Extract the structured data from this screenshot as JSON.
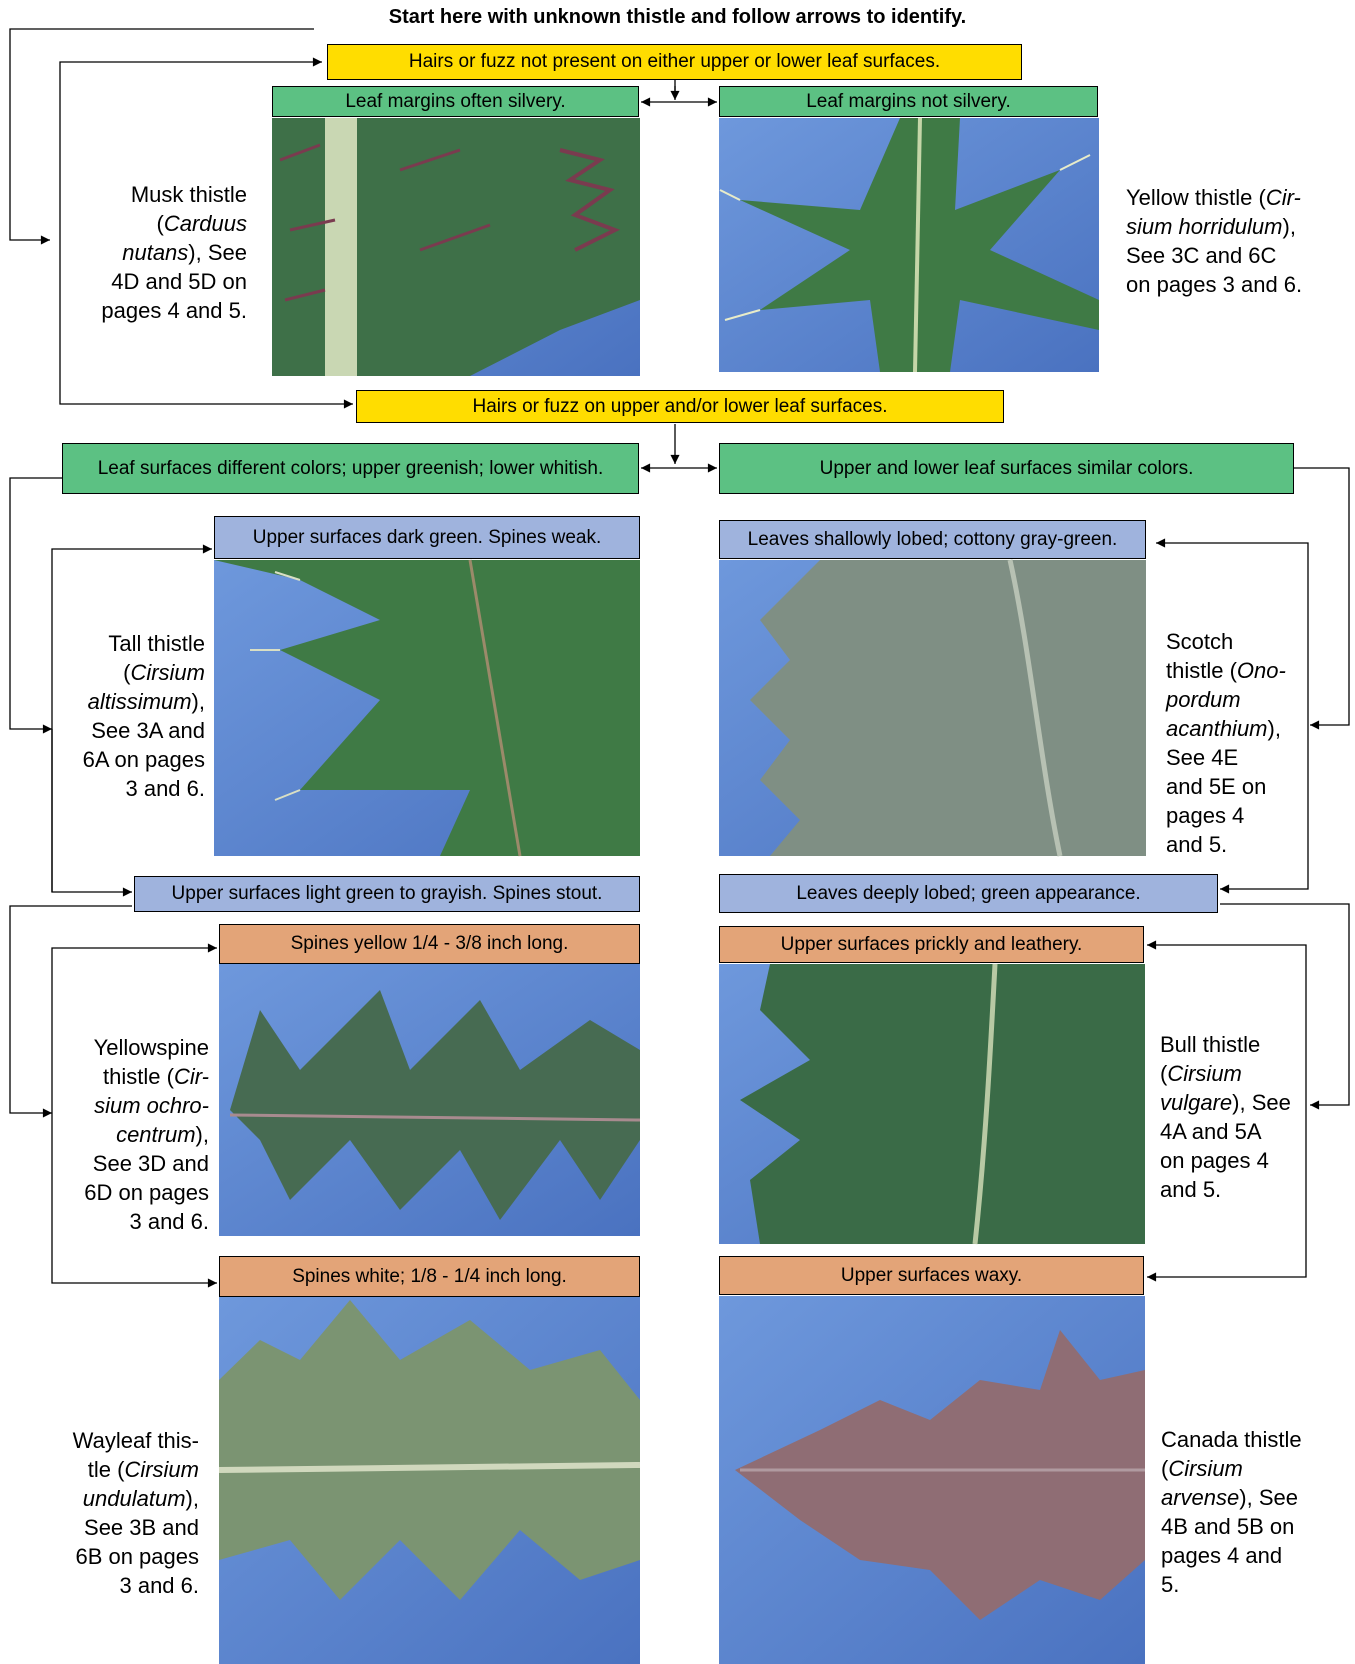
{
  "title": "Start here with unknown thistle and follow arrows to identify.",
  "colors": {
    "yellow": "#ffdd00",
    "green": "#5cc183",
    "blue": "#9fb3dd",
    "tan": "#e3a478",
    "photo_background": "#5b86cf",
    "leaf_green": "#3f7a45",
    "leaf_purple": "#8f6d74"
  },
  "nodes": {
    "no_hairs": "Hairs or fuzz not present on either upper or lower leaf surfaces.",
    "margins_silvery": "Leaf margins often silvery.",
    "margins_not_silvery": "Leaf margins not silvery.",
    "hairs": "Hairs or fuzz on upper and/or lower leaf surfaces.",
    "different_colors": "Leaf surfaces different colors; upper greenish; lower whitish.",
    "similar_colors": "Upper and lower leaf surfaces similar colors.",
    "dark_green": "Upper surfaces dark green. Spines weak.",
    "shallowly_lobed": "Leaves shallowly lobed; cottony gray-green.",
    "light_green": "Upper surfaces light green to grayish.  Spines stout.",
    "deeply_lobed": "Leaves deeply lobed; green appearance.",
    "spines_yellow": "Spines yellow 1/4 - 3/8 inch long.",
    "prickly": "Upper surfaces prickly and leathery.",
    "spines_white": "Spines white; 1/8 - 1/4 inch long.",
    "waxy": "Upper surfaces waxy."
  },
  "species": {
    "musk": {
      "l1": "Musk thistle",
      "l2a": "(",
      "l2b": "Carduus",
      "l3a": "nutans",
      "l3b": "), See",
      "l4": "4D and 5D on",
      "l5": "pages 4 and 5."
    },
    "yellow": {
      "l1a": "Yellow thistle (",
      "l1b": "Cir-",
      "l2": "sium horridulum",
      "l2b": "),",
      "l3": "See 3C and 6C",
      "l4": "on pages 3 and 6."
    },
    "tall": {
      "l1": "Tall thistle",
      "l2a": "(",
      "l2b": "Cirsium",
      "l3a": "altissimum",
      "l3b": "),",
      "l4": "See 3A and",
      "l5": "6A on pages",
      "l6": "3 and 6."
    },
    "scotch": {
      "l1": "Scotch",
      "l2a": "thistle (",
      "l2b": "Ono-",
      "l3": "pordum",
      "l4a": "acanthium",
      "l4b": "),",
      "l5": "See 4E",
      "l6": "and 5E on",
      "l7": "pages 4",
      "l8": "and 5."
    },
    "yellowspine": {
      "l1": "Yellowspine",
      "l2a": "thistle (",
      "l2b": "Cir-",
      "l3": "sium ochro-",
      "l4a": "centrum",
      "l4b": "),",
      "l5": "See 3D and",
      "l6": "6D on pages",
      "l7": "3 and 6."
    },
    "bull": {
      "l1": "Bull thistle",
      "l2a": "(",
      "l2b": "Cirsium",
      "l3a": "vulgare",
      "l3b": "), See",
      "l4": "4A and 5A",
      "l5": "on pages 4",
      "l6": "and 5."
    },
    "wayleaf": {
      "l1": "Wayleaf this-",
      "l2a": "tle (",
      "l2b": "Cirsium",
      "l3a": "undulatum",
      "l3b": "),",
      "l4": "See 3B and",
      "l5": "6B on pages",
      "l6": "3 and 6."
    },
    "canada": {
      "l1": "Canada thistle",
      "l2a": "(",
      "l2b": "Cirsium",
      "l3a": "arvense",
      "l3b": "), See",
      "l4": "4B and 5B on",
      "l5": "pages 4 and",
      "l6": "5."
    }
  }
}
